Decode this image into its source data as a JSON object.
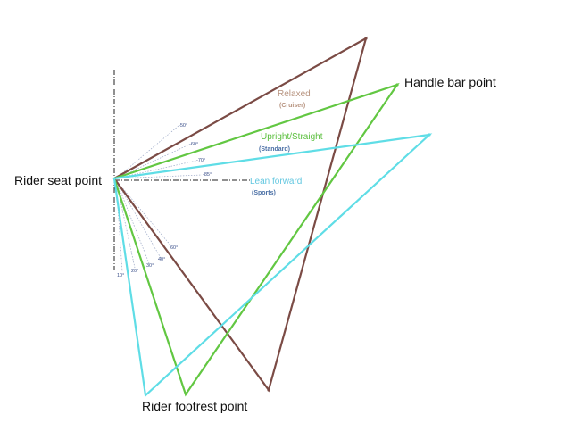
{
  "labels": {
    "seat": "Rider seat point",
    "handle": "Handle bar point",
    "footrest": "Rider footrest point"
  },
  "styles": [
    {
      "name": "Relaxed",
      "sub": "(Cruiser)",
      "color": "#7b4b45",
      "label_color": "#b7937f"
    },
    {
      "name": "Upright/Straight",
      "sub": "(Standard)",
      "color": "#62c742",
      "label_color": "#5bbf3e"
    },
    {
      "name": "Lean forward",
      "sub": "(Sports)",
      "color": "#5fdde6",
      "label_color": "#62c7e0"
    }
  ],
  "upper_angles": [
    "-50°",
    "-60°",
    "-70°",
    "-85°"
  ],
  "lower_angles": [
    "10°",
    "20°",
    "30°",
    "40°",
    "60°"
  ],
  "colors": {
    "guide": "#222222",
    "angle_ray": "#9aa7c6",
    "sub_label": "#4a6fa5"
  }
}
